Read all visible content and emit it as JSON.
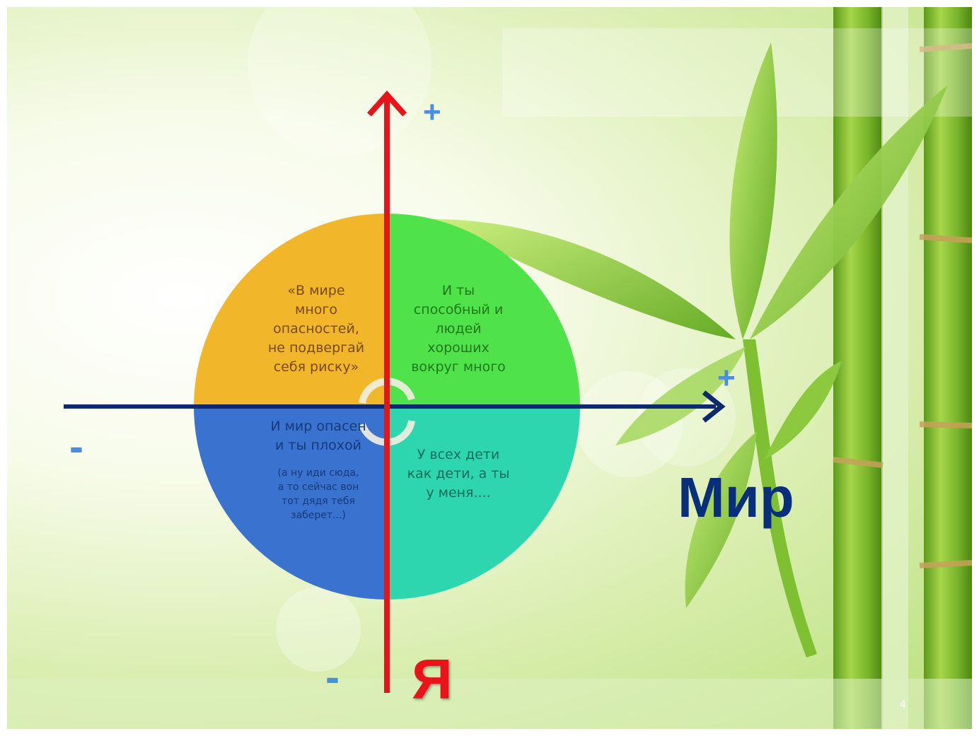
{
  "colors": {
    "quadrant_top_left": "#f2b62a",
    "quadrant_top_right": "#4fe24a",
    "quadrant_bottom_left": "#3a72cf",
    "quadrant_bottom_right": "#2dd6ae",
    "vertical_axis": "#e8141a",
    "horizontal_axis": "#0e2a6e",
    "sign": "#4a8fdc",
    "mir_label": "#0a2f7a",
    "ya_label": "#e8141a"
  },
  "quadrants": {
    "top_left": "«В мире\nмного\nопасностей,\nне подвергай\nсебя риску»",
    "top_right": "И ты\nспособный и\nлюдей\nхороших\nвокруг много",
    "bottom_left_main": "И мир опасен\nи ты плохой",
    "bottom_left_note": "(а ну иди сюда,\nа то сейчас вон\nтот дядя тебя\nзаберет...)",
    "bottom_right": "У всех дети\nкак дети, а ты\nу меня...."
  },
  "axes": {
    "vertical_label": "Я",
    "horizontal_label": "Мир",
    "plus_sign": "+",
    "minus_sign": "-"
  },
  "slide_number": "4"
}
